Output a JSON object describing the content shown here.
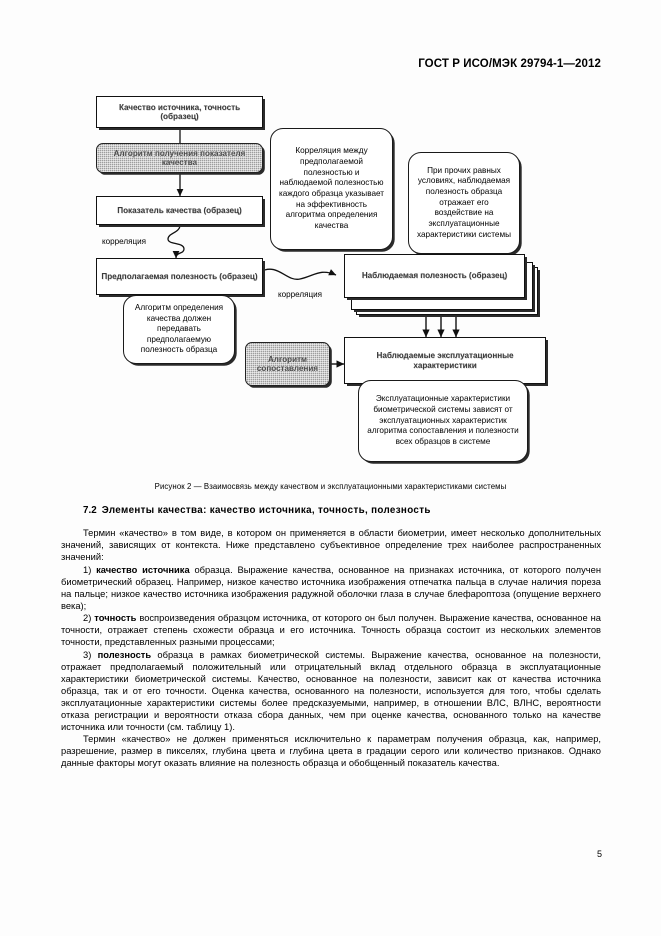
{
  "header": {
    "standard_title": "ГОСТ Р ИСО/МЭК 29794-1—2012"
  },
  "figure": {
    "caption": "Рисунок 2 — Взаимосвязь между качеством и эксплуатационными характеристиками системы",
    "nodes": {
      "source_quality": "Качество источника, точность (образец)",
      "quality_algorithm": "Алгоритм получения показателя качества",
      "quality_score": "Показатель качества (образец)",
      "predicted_utility": "Предполагаемая полезность (образец)",
      "observed_utility": "Наблюдаемая полезность (образец)",
      "comparison_algorithm": "Алгоритм сопоставления",
      "observed_performance": "Наблюдаемые эксплуатационные характеристики"
    },
    "notes": {
      "correlation_note": "Корреляция между предполагаемой полезностью и наблюдаемой полезностью каждого образца указывает на эффективность алгоритма определения качества",
      "ceteris_paribus_note": "При прочих равных условиях, наблюдаемая полезность образца отражает его воздействие на эксплуатационные характеристики системы",
      "algorithm_note": "Алгоритм определения качества должен передавать предполагаемую полезность образца",
      "performance_note": "Эксплуатационные характеристики биометрической системы зависят от эксплуатационных характеристик алгоритма сопоставления и полезности всех образцов в системе"
    },
    "edge_labels": {
      "correlation_left": "корреляция",
      "correlation_right": "корреляция"
    }
  },
  "section": {
    "number": "7.2",
    "title": "Элементы качества: качество источника, точность, полезность"
  },
  "body": {
    "paragraphs": [
      "Термин «качество» в том виде, в котором он применяется в области биометрии, имеет несколько дополнительных значений, зависящих от контекста. Ниже представлено субъективное определение трех наиболее распространенных значений:",
      "1)  <b>качество источника</b> образца. Выражение качества, основанное на признаках источника, от которого получен биометрический образец. Например, низкое качество источника изображения отпечатка пальца в случае наличия пореза на пальце; низкое качество источника изображения радужной оболочки глаза в случае блефароптоза (опущение верхнего века);",
      "2)  <b>точность</b> воспроизведения образцом источника, от которого он был получен. Выражение качества, основанное на точности, отражает степень схожести образца и его источника. Точность образца состоит из нескольких элементов точности, представленных разными процессами;",
      "3)  <b>полезность</b> образца в рамках биометрической системы. Выражение качества, основанное на полезности, отражает предполагаемый положительный или отрицательный вклад отдельного образца в эксплуатационные характеристики биометрической системы. Качество, основанное на полезности, зависит как от качества источника образца, так и от его точности. Оценка качества, основанного на полезности, используется для того, чтобы сделать эксплуатационные характеристики системы более предсказуемыми, например, в отношении ВЛС, ВЛНС, вероятности отказа регистрации и вероятности отказа сбора данных, чем при оценке качества, основанного только на качестве источника или точности (см. таблицу 1).",
      "Термин «качество» не должен применяться исключительно к параметрам получения образца, как, например, разрешение, размер в пикселях, глубина цвета и глубина цвета в градации серого или количество признаков. Однако данные факторы могут оказать влияние на полезность образца и обобщенный показатель качества."
    ]
  },
  "footer": {
    "page_number": "5"
  }
}
